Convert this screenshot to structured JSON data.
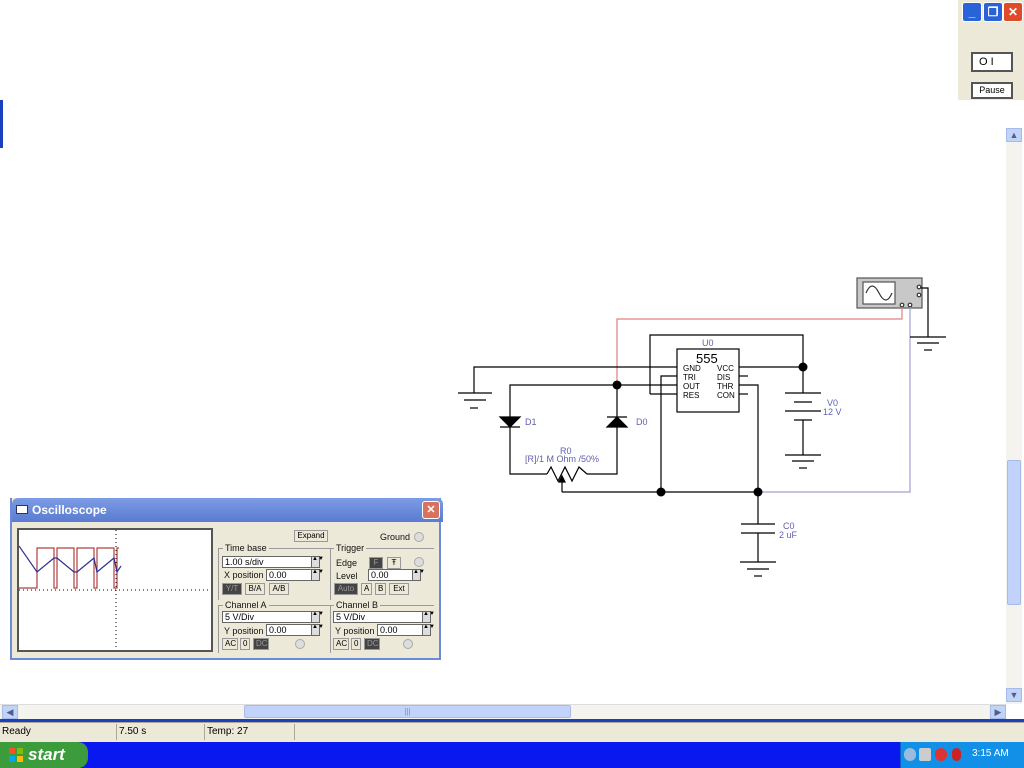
{
  "window": {
    "minimize": "_",
    "restore": "❐",
    "close": "✕"
  },
  "sim": {
    "switch_label": "O I",
    "pause_label": "Pause"
  },
  "circuit": {
    "ic_ref": "U0",
    "ic_type": "555",
    "pins_left": [
      "GND",
      "TRI",
      "OUT",
      "RES"
    ],
    "pins_right": [
      "VCC",
      "DIS",
      "THR",
      "CON"
    ],
    "d1": "D1",
    "d0": "D0",
    "r0_ref": "R0",
    "r0_value": "[R]/1 M Ohm /50%",
    "v0_ref": "V0",
    "v0_value": "12 V",
    "c0_ref": "C0",
    "c0_value": "2 uF",
    "colors": {
      "wire": "#000000",
      "channel_a": "#e08080",
      "channel_b": "#a0a0d0",
      "label": "#6060b0"
    }
  },
  "oscilloscope": {
    "title": "Oscilloscope",
    "expand": "Expand",
    "ground": "Ground",
    "timebase": {
      "label": "Time base",
      "value": "1.00 s/div",
      "xpos_label": "X position",
      "xpos": "0.00",
      "modes": [
        "Y/T",
        "B/A",
        "A/B"
      ]
    },
    "trigger": {
      "label": "Trigger",
      "edge": "Edge",
      "edge_rise": "F",
      "edge_fall": "Ŧ",
      "level_label": "Level",
      "level": "0.00",
      "modes": [
        "Auto",
        "A",
        "B",
        "Ext"
      ]
    },
    "channel_a": {
      "label": "Channel A",
      "value": "5 V/Div",
      "ypos_label": "Y position",
      "ypos": "0.00",
      "coupling": [
        "AC",
        "0",
        "DC"
      ]
    },
    "channel_b": {
      "label": "Channel B",
      "value": "5 V/Div",
      "ypos_label": "Y position",
      "ypos": "0.00",
      "coupling": [
        "AC",
        "0",
        "DC"
      ]
    }
  },
  "status": {
    "state": "Ready",
    "time": "7.50 s",
    "temp": "Temp: 27"
  },
  "taskbar": {
    "start": "start",
    "clock": "3:15 AM"
  }
}
